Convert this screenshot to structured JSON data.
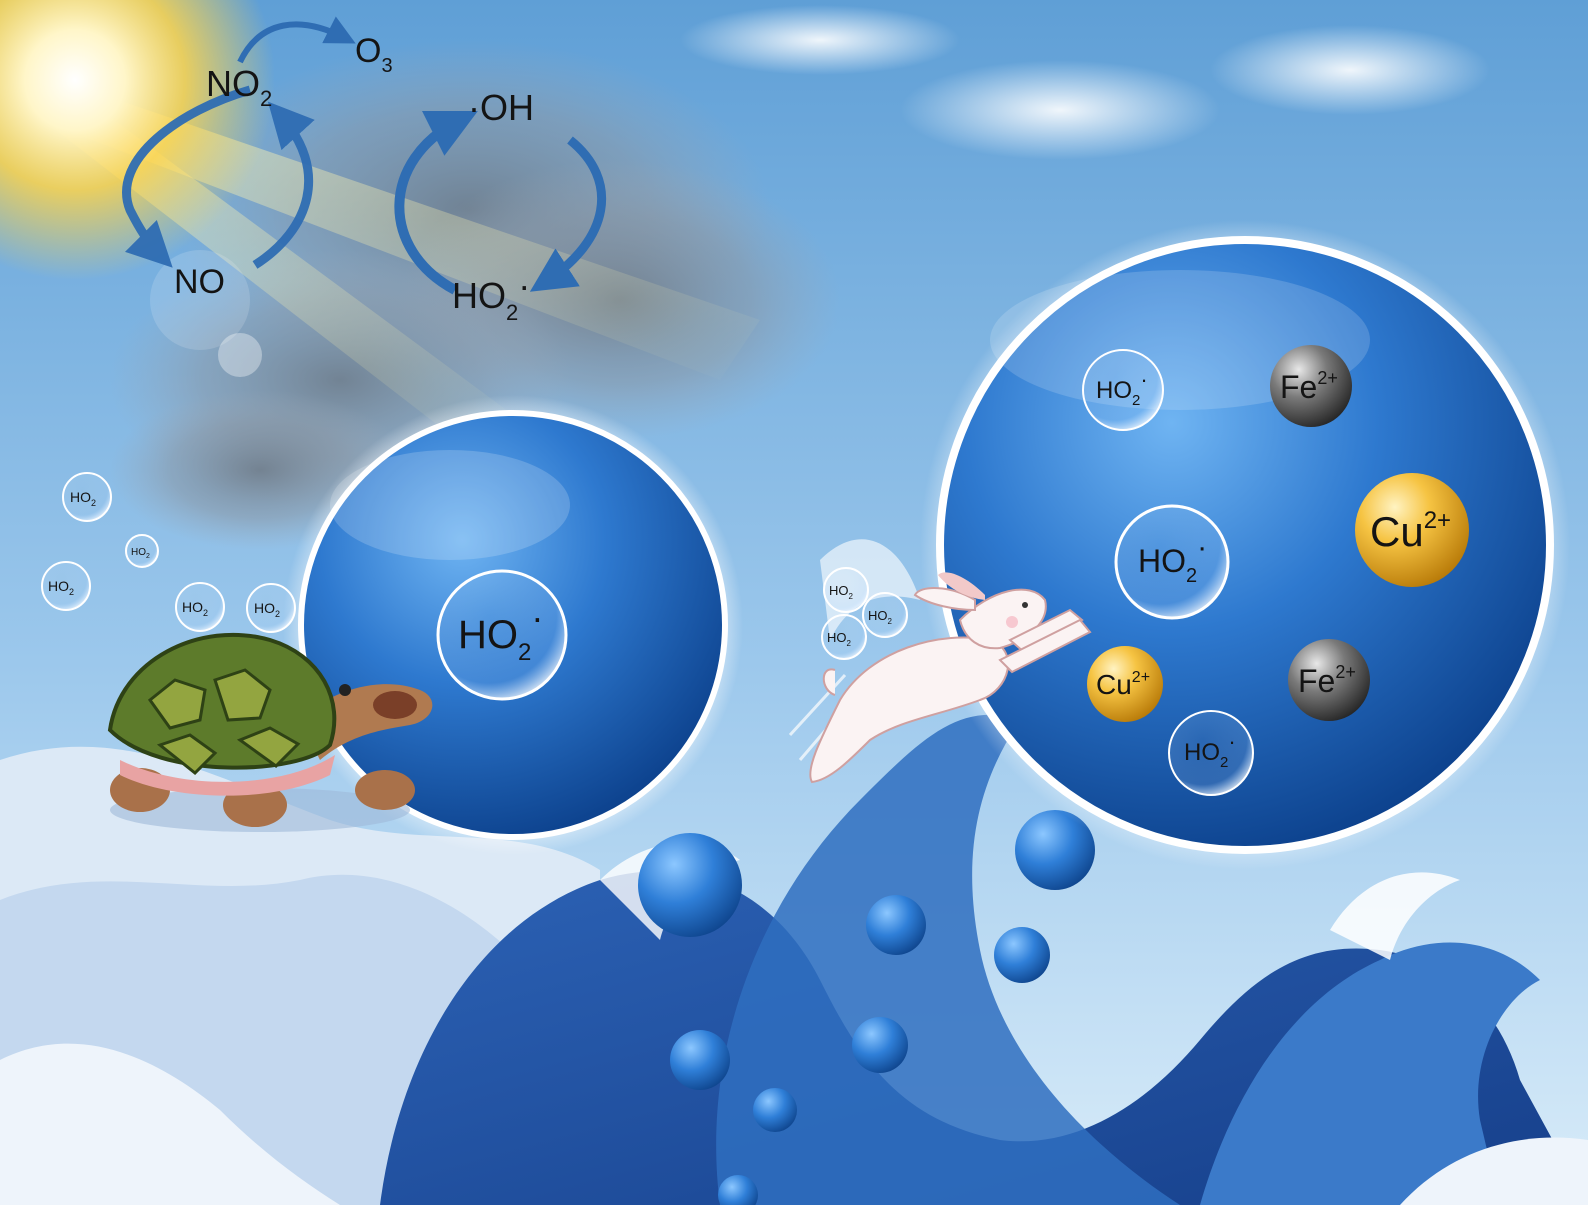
{
  "cycles": {
    "no2": "NO",
    "no2_sub": "2",
    "o3": "O",
    "o3_sub": "3",
    "no": "NO",
    "oh": "·OH",
    "ho2": "HO",
    "ho2_sub": "2",
    "ho2_dot": "·"
  },
  "species": {
    "ho2_base": "HO",
    "ho2_sub": "2",
    "radical_dot": "·",
    "fe_base": "Fe",
    "fe_charge": "2+",
    "cu_base": "Cu",
    "cu_charge": "2+"
  },
  "colors": {
    "sky_top": "#5f9fd6",
    "sky_bottom": "#cfe6f7",
    "sun": "#ffd54a",
    "droplet_dark": "#0d4a99",
    "droplet_light": "#3a8fe0",
    "wave_dark": "#1f4fa3",
    "wave_light": "#f2f7fc",
    "arrow": "#2f6db3",
    "copper": "#f0b12a",
    "iron": "#6b6b6b"
  },
  "icons": [
    "sun-icon",
    "turtle-icon",
    "rabbit-icon",
    "cloud-icon",
    "wave-icon"
  ]
}
